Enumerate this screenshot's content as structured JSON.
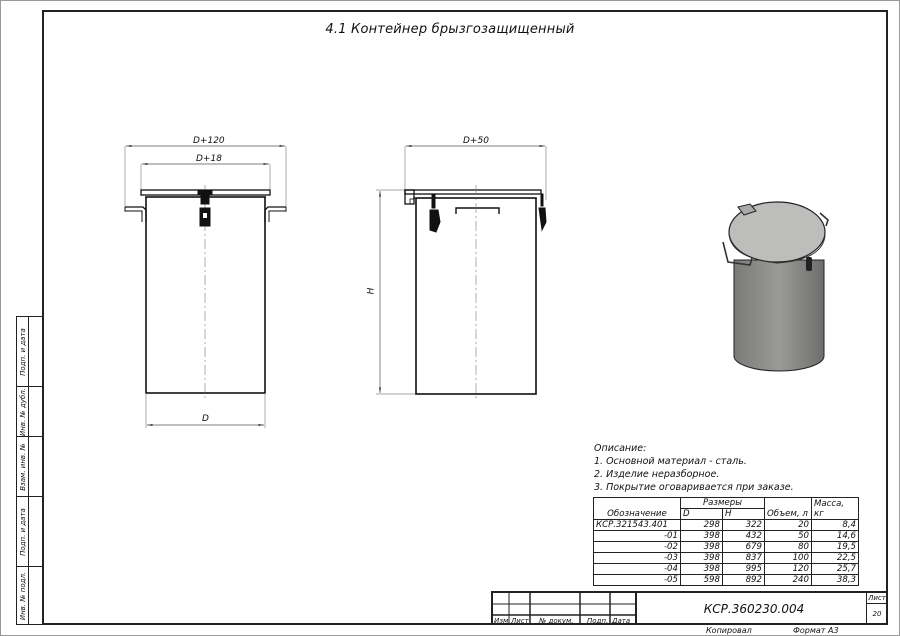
{
  "sheet": {
    "title": "4.1 Контейнер брызгозащищенный",
    "document_code": "КСР.360230.004",
    "sheet_label": "Лист",
    "sheet_number": "20",
    "copied_label": "Копировал",
    "format_label": "Формат А3"
  },
  "dimensions": {
    "front_outer": "D+120",
    "front_inner": "D+18",
    "front_bottom": "D",
    "side_width": "D+50",
    "side_height": "H"
  },
  "notes": {
    "heading": "Описание:",
    "items": [
      "1. Основной материал - сталь.",
      "2. Изделие неразборное.",
      "3. Покрытие оговаривается при заказе."
    ]
  },
  "spec_table": {
    "headers": {
      "designation": "Обозначение",
      "sizes": "Размеры",
      "d": "D",
      "h": "H",
      "volume": "Объем, л",
      "mass": "Масса, кг"
    },
    "rows": [
      {
        "designation": "КСР.321543.401",
        "d": "298",
        "h": "322",
        "volume": "20",
        "mass": "8,4"
      },
      {
        "designation": "-01",
        "d": "398",
        "h": "432",
        "volume": "50",
        "mass": "14,6"
      },
      {
        "designation": "-02",
        "d": "398",
        "h": "679",
        "volume": "80",
        "mass": "19,5"
      },
      {
        "designation": "-03",
        "d": "398",
        "h": "837",
        "volume": "100",
        "mass": "22,5"
      },
      {
        "designation": "-04",
        "d": "398",
        "h": "995",
        "volume": "120",
        "mass": "25,7"
      },
      {
        "designation": "-05",
        "d": "598",
        "h": "892",
        "volume": "240",
        "mass": "38,3"
      }
    ]
  },
  "stamp_labels": {
    "change": "Изм",
    "sheet": "Лист",
    "doc_no": "№ докум.",
    "sign": "Подп.",
    "date": "Дата"
  },
  "side_strip": [
    "Подп. и дата",
    "Инв. № дубл.",
    "Взам. инв. №",
    "Подп. и дата",
    "Инв. № подл."
  ]
}
